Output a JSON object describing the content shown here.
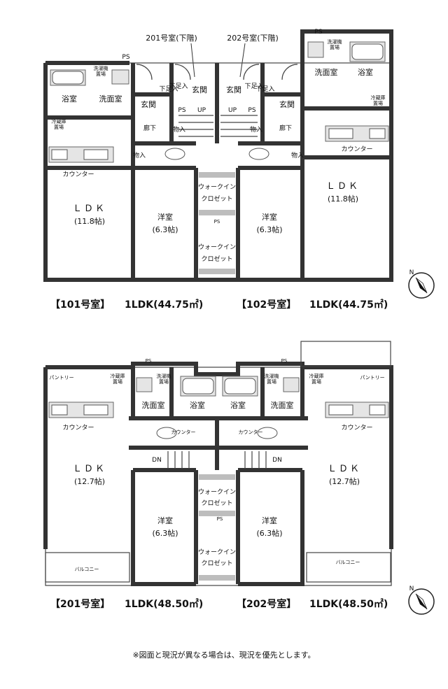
{
  "top_labels": {
    "unit201_below": "201号室(下階)",
    "unit202_below": "202号室(下階)"
  },
  "rooms": {
    "ldk": "ＬＤＫ",
    "ldk_size_1f": "(11.8帖)",
    "ldk_size_2f": "(12.7帖)",
    "western": "洋室",
    "western_size": "(6.3帖)",
    "bath": "浴室",
    "washroom": "洗面室",
    "entrance": "玄関",
    "hallway": "廊下",
    "storage": "物入",
    "shoe_box": "下足入",
    "counter": "カウンター",
    "counter_v": "カウンター",
    "walkin": "ウォークイン",
    "closet": "クロゼット",
    "pantry": "パントリー",
    "balcony": "バルコニー",
    "fridge_a": "冷蔵庫",
    "fridge_b": "置場",
    "washer_a": "洗濯機",
    "washer_b": "置場",
    "ps": "PS",
    "up": "UP",
    "dn": "DN"
  },
  "captions": {
    "unit101_name": "【101号室】",
    "unit101_spec": "1LDK(44.75㎡)",
    "unit102_name": "【102号室】",
    "unit102_spec": "1LDK(44.75㎡)",
    "unit201_name": "【201号室】",
    "unit201_spec": "1LDK(48.50㎡)",
    "unit202_name": "【202号室】",
    "unit202_spec": "1LDK(48.50㎡)"
  },
  "compass_letter": "N",
  "footnote": "※図面と現況が異なる場合は、現況を優先とします。"
}
